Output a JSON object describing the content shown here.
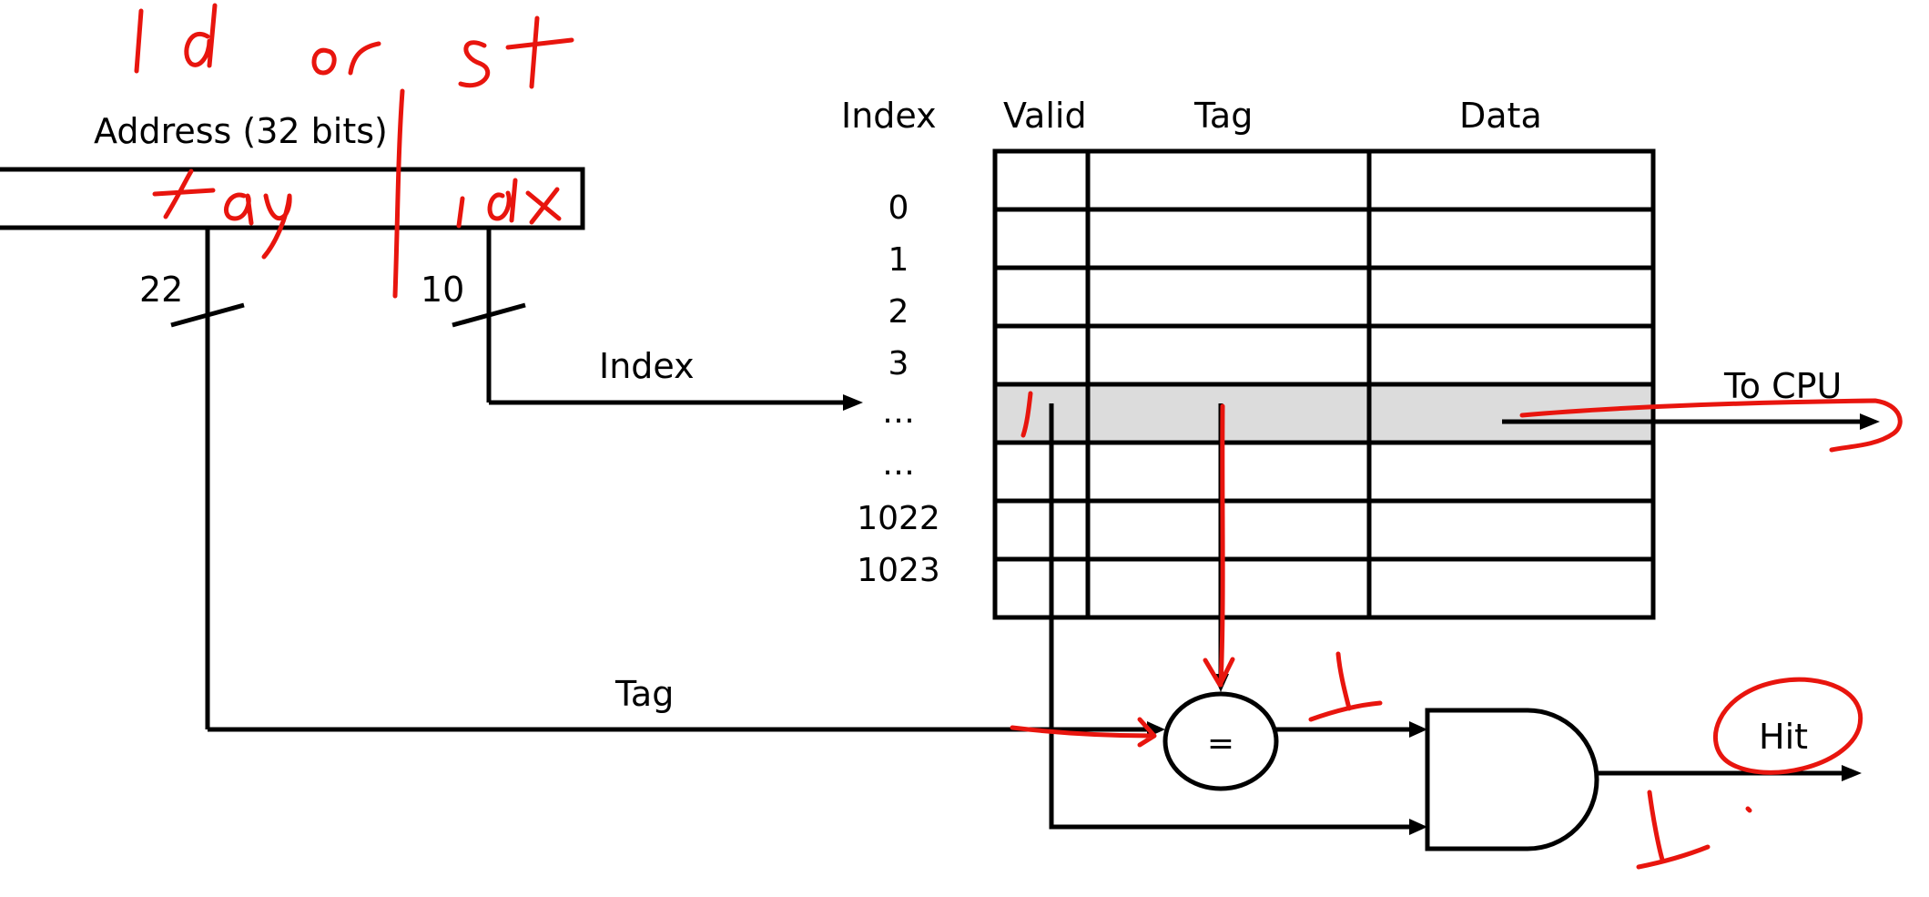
{
  "address": {
    "title": "Address (32 bits)",
    "tag_bits": "22",
    "index_bits": "10"
  },
  "index_column": {
    "header": "Index",
    "rows": [
      "0",
      "1",
      "2",
      "3",
      "…",
      "…",
      "1022",
      "1023"
    ]
  },
  "cache_table": {
    "headers": {
      "valid": "Valid",
      "tag": "Tag",
      "data": "Data"
    }
  },
  "wires": {
    "index_label": "Index",
    "tag_label": "Tag",
    "to_cpu_label": "To CPU"
  },
  "comparator": {
    "symbol": "="
  },
  "output": {
    "label": "Hit"
  },
  "colors": {
    "ink": "#e8150e",
    "line": "#000000",
    "highlight": "#dcdcdc"
  }
}
